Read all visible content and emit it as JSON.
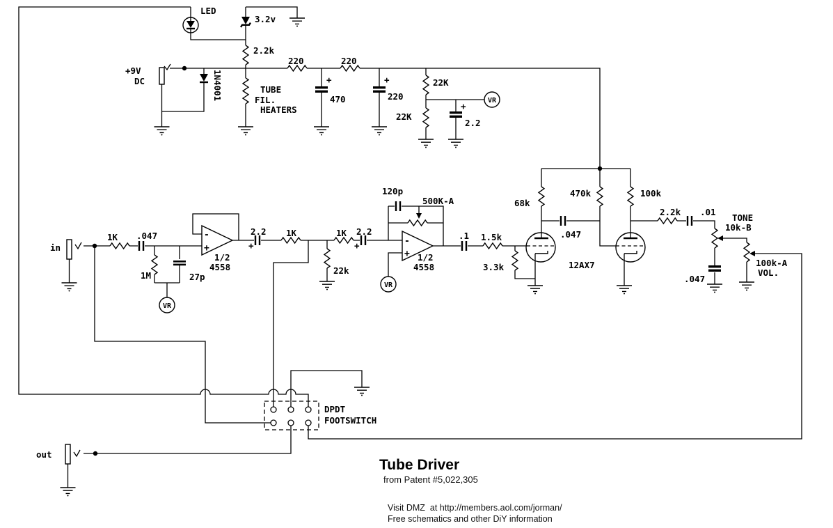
{
  "symbols": {
    "plus": "+",
    "minus": "-"
  },
  "power_supply": {
    "led_label": "LED",
    "zener_value": "3.2v",
    "led_resistor": "2.2k",
    "supply_voltage": "+9V",
    "supply_type": "DC",
    "protection_diode": "1N4001",
    "heater_line1": "TUBE",
    "heater_line2": "FIL.",
    "heater_line3": "HEATERS",
    "filter_resistor_1": "220",
    "filter_resistor_2": "220",
    "filter_cap_1": "470",
    "filter_cap_2": "220",
    "divider_top": "22K",
    "divider_bottom": "22K",
    "ref_cap": "2.2",
    "vref_label": "VR"
  },
  "input_stage": {
    "jack_label": "in",
    "series_resistor": "1K",
    "input_cap": ".047",
    "bias_resistor": "1M",
    "filter_cap": "27p",
    "vref_label": "VR",
    "opamp_fraction": "1/2",
    "opamp_part": "4558",
    "output_cap": "2.2"
  },
  "drive_stage": {
    "resistor_a": "1K",
    "shunt_resistor": "22k",
    "resistor_b": "1K",
    "input_cap": "2.2",
    "feedback_cap": "120p",
    "drive_pot": "500K-A",
    "opamp_fraction": "1/2",
    "opamp_part": "4558",
    "vref_label": "VR",
    "output_cap": ".1"
  },
  "tube_stage": {
    "grid_resistor": "1.5k",
    "grid_shunt": "3.3k",
    "plate_resistor_1": "68k",
    "coupling_cap": ".047",
    "grid_resistor_2": "470k",
    "plate_resistor_2": "100k",
    "tube_type": "12AX7"
  },
  "tone_output": {
    "series_resistor": "2.2k",
    "coupling_cap": ".01",
    "tone_label": "TONE",
    "tone_pot": "10k-B",
    "tone_cap": ".047",
    "volume_pot": "100k-A",
    "volume_label": "VOL."
  },
  "footswitch": {
    "line1": "DPDT",
    "line2": "FOOTSWITCH"
  },
  "output_jack": {
    "jack_label": "out"
  },
  "footer": {
    "title": "Tube Driver",
    "subtitle": "from Patent #5,022,305",
    "credit_1": "Visit DMZ  at http://members.aol.com/jorman/",
    "credit_2": "Free schematics and other DiY information"
  }
}
